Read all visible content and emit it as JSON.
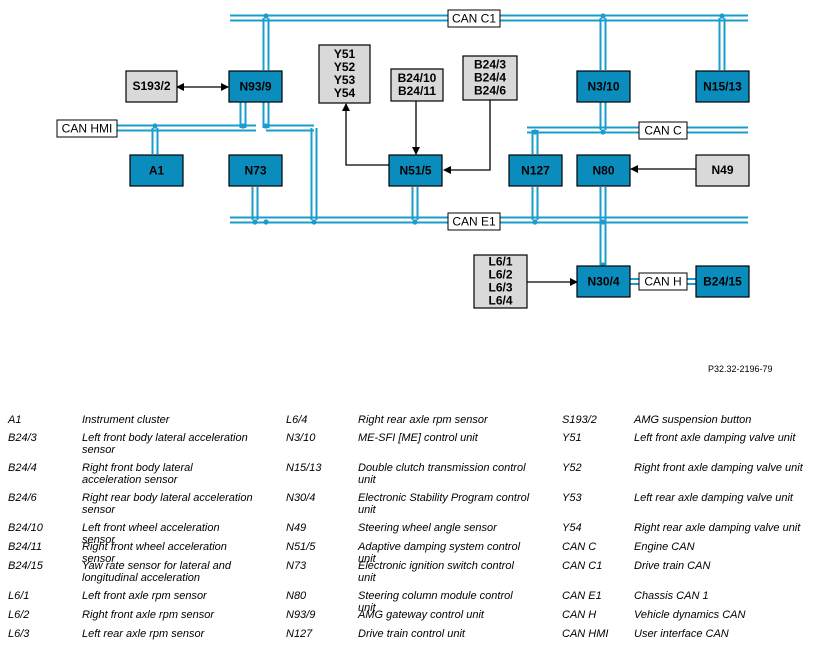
{
  "colors": {
    "ecu_fill": "#0a8dbd",
    "sensor_fill": "#d9d9d9",
    "bus_line": "#1a9ccc",
    "bus_inner": "#ffffff",
    "connector": "#000000"
  },
  "diagram": {
    "ecus": [
      {
        "id": "N93_9",
        "label": "N93/9"
      },
      {
        "id": "N3_10",
        "label": "N3/10"
      },
      {
        "id": "N15_13",
        "label": "N15/13"
      },
      {
        "id": "A1",
        "label": "A1"
      },
      {
        "id": "N73",
        "label": "N73"
      },
      {
        "id": "N51_5",
        "label": "N51/5"
      },
      {
        "id": "N127",
        "label": "N127"
      },
      {
        "id": "N80",
        "label": "N80"
      },
      {
        "id": "N30_4",
        "label": "N30/4"
      },
      {
        "id": "B24_15",
        "label": "B24/15"
      }
    ],
    "sensors": [
      {
        "id": "S193_2",
        "lines": [
          "S193/2"
        ]
      },
      {
        "id": "Y5x",
        "lines": [
          "Y51",
          "Y52",
          "Y53",
          "Y54"
        ]
      },
      {
        "id": "B24_10",
        "lines": [
          "B24/10",
          "B24/11"
        ]
      },
      {
        "id": "B24_3",
        "lines": [
          "B24/3",
          "B24/4",
          "B24/6"
        ]
      },
      {
        "id": "N49",
        "lines": [
          "N49"
        ]
      },
      {
        "id": "L6",
        "lines": [
          "L6/1",
          "L6/2",
          "L6/3",
          "L6/4"
        ]
      }
    ],
    "buses": [
      {
        "id": "CAN_C1",
        "label": "CAN C1"
      },
      {
        "id": "CAN_HMI",
        "label": "CAN HMI"
      },
      {
        "id": "CAN_C",
        "label": "CAN C"
      },
      {
        "id": "CAN_E1",
        "label": "CAN E1"
      },
      {
        "id": "CAN_H",
        "label": "CAN H"
      }
    ]
  },
  "reference": "P32.32-2196-79",
  "legend": [
    {
      "code": "A1",
      "desc": "Instrument cluster"
    },
    {
      "code": "B24/3",
      "desc": "Left front body lateral acceleration sensor"
    },
    {
      "code": "B24/4",
      "desc": "Right front body lateral acceleration sensor"
    },
    {
      "code": "B24/6",
      "desc": "Right rear body lateral acceleration sensor"
    },
    {
      "code": "B24/10",
      "desc": "Left front wheel acceleration sensor"
    },
    {
      "code": "B24/11",
      "desc": "Right front wheel acceleration sensor"
    },
    {
      "code": "B24/15",
      "desc": "Yaw rate sensor for lateral and longitudinal acceleration"
    },
    {
      "code": "L6/1",
      "desc": "Left front axle rpm sensor"
    },
    {
      "code": "L6/2",
      "desc": "Right front axle rpm sensor"
    },
    {
      "code": "L6/3",
      "desc": "Left rear axle rpm sensor"
    },
    {
      "code": "L6/4",
      "desc": "Right rear axle rpm sensor"
    },
    {
      "code": "N3/10",
      "desc": "ME-SFI [ME] control unit"
    },
    {
      "code": "N15/13",
      "desc": "Double clutch transmission control unit"
    },
    {
      "code": "N30/4",
      "desc": "Electronic Stability Program control unit"
    },
    {
      "code": "N49",
      "desc": "Steering wheel angle sensor"
    },
    {
      "code": "N51/5",
      "desc": "Adaptive damping system control unit"
    },
    {
      "code": "N73",
      "desc": "Electronic ignition switch control unit"
    },
    {
      "code": "N80",
      "desc": "Steering column module control unit"
    },
    {
      "code": "N93/9",
      "desc": "AMG gateway control unit"
    },
    {
      "code": "N127",
      "desc": "Drive train control unit"
    },
    {
      "code": "S193/2",
      "desc": "AMG suspension button"
    },
    {
      "code": "Y51",
      "desc": "Left front axle damping valve unit"
    },
    {
      "code": "Y52",
      "desc": "Right front axle damping valve unit"
    },
    {
      "code": "Y53",
      "desc": "Left rear axle damping valve unit"
    },
    {
      "code": "Y54",
      "desc": "Right rear axle damping valve unit"
    },
    {
      "code": "CAN C",
      "desc": "Engine CAN"
    },
    {
      "code": "CAN C1",
      "desc": "Drive train CAN"
    },
    {
      "code": "CAN E1",
      "desc": "Chassis CAN 1"
    },
    {
      "code": "CAN H",
      "desc": "Vehicle dynamics CAN"
    },
    {
      "code": "CAN HMI",
      "desc": "User interface CAN"
    }
  ]
}
